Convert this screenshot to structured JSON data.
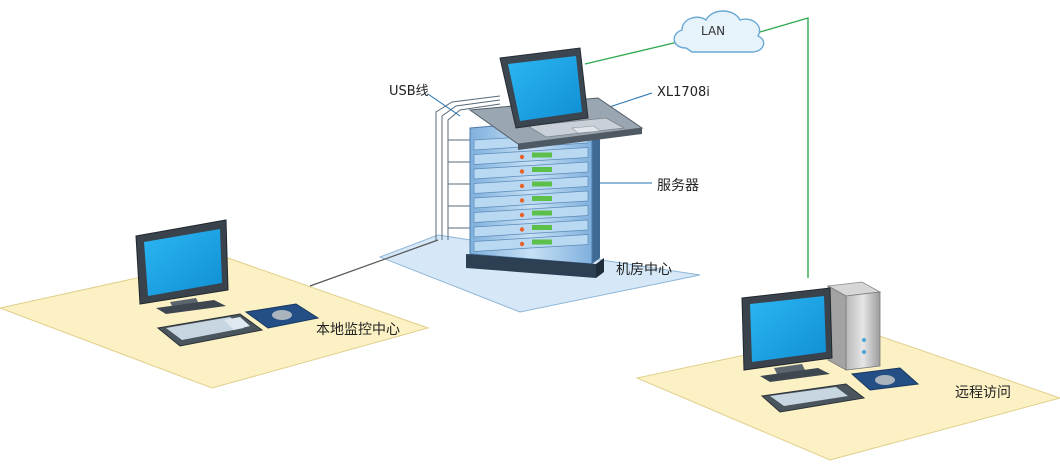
{
  "labels": {
    "lan": "LAN",
    "usb_cable": "USB线",
    "kvm_model": "XL1708i",
    "server": "服务器",
    "server_room": "机房中心",
    "local_center": "本地监控中心",
    "remote_access": "远程访问"
  },
  "colors": {
    "floor_yellow": "#fbf1c4",
    "floor_yellow_stroke": "#e0cf8a",
    "floor_blue": "#d6e8f7",
    "floor_blue_stroke": "#8fb6d6",
    "lan_line": "#2fa84f",
    "cable_line": "#555555",
    "screen_blue": "#1aa6e8",
    "rack_blue": "#a9cdee",
    "led_green": "#5dc04a",
    "led_orange": "#e8622a"
  },
  "icons": [
    "cloud-icon",
    "laptop-kvm-icon",
    "server-rack-icon",
    "monitor-icon",
    "keyboard-icon",
    "mousepad-icon",
    "pc-tower-icon"
  ]
}
